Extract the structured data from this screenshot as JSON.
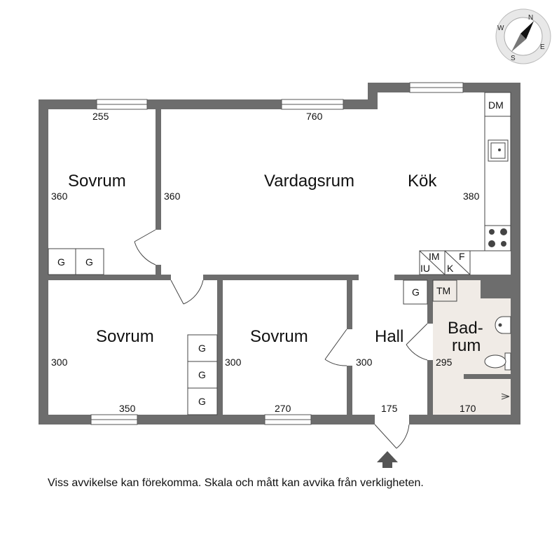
{
  "compass": {
    "n": "N",
    "e": "E",
    "s": "S",
    "w": "W"
  },
  "rooms": {
    "sovrum_top": "Sovrum",
    "vardagsrum": "Vardagsrum",
    "kok": "Kök",
    "sovrum_bl": "Sovrum",
    "sovrum_bm": "Sovrum",
    "hall": "Hall",
    "bad_line1": "Bad-",
    "bad_line2": "rum"
  },
  "dimensions": {
    "d255": "255",
    "d760": "760",
    "d360a": "360",
    "d360b": "360",
    "d380": "380",
    "d300a": "300",
    "d300b": "300",
    "d300c": "300",
    "d295": "295",
    "d350": "350",
    "d270": "270",
    "d175": "175",
    "d170": "170"
  },
  "fixtures": {
    "dm": "DM",
    "g": "G",
    "tm": "TM",
    "im": "IM",
    "f": "F",
    "iu": "IU",
    "k": "K"
  },
  "disclaimer": "Viss avvikelse kan förekomma. Skala och mått kan avvika från verkligheten."
}
